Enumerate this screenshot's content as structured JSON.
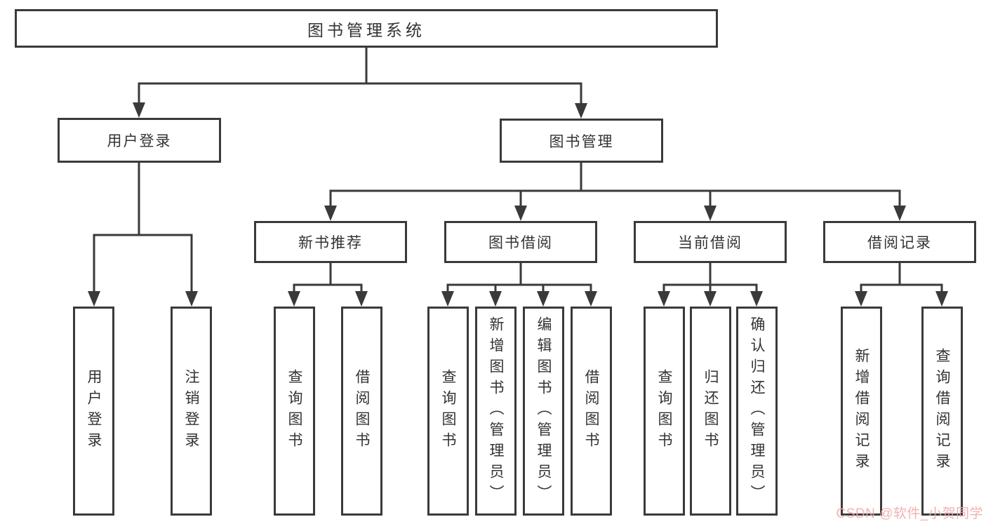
{
  "title": "图书管理系统",
  "nodes": {
    "user_login": "用户登录",
    "book_mgmt": "图书管理",
    "new_books": "新书推荐",
    "book_borrow": "图书借阅",
    "current_borrow": "当前借阅",
    "borrow_records": "借阅记录"
  },
  "leaves": {
    "user_login": [
      "用户登录",
      "注销登录"
    ],
    "new_books": [
      "查询图书",
      "借阅图书"
    ],
    "book_borrow": [
      "查询图书",
      "新增图书（管理员）",
      "编辑图书（管理员）",
      "借阅图书"
    ],
    "current_borrow": [
      "查询图书",
      "归还图书",
      "确认归还（管理员）"
    ],
    "borrow_records": [
      "新增借阅记录",
      "查询借阅记录"
    ]
  },
  "watermark": "CSDN @软件_小贺同学",
  "colors": {
    "line": "#3a3a3a",
    "text": "#333333",
    "watermark": "#eeaaaa",
    "background": "#ffffff"
  }
}
